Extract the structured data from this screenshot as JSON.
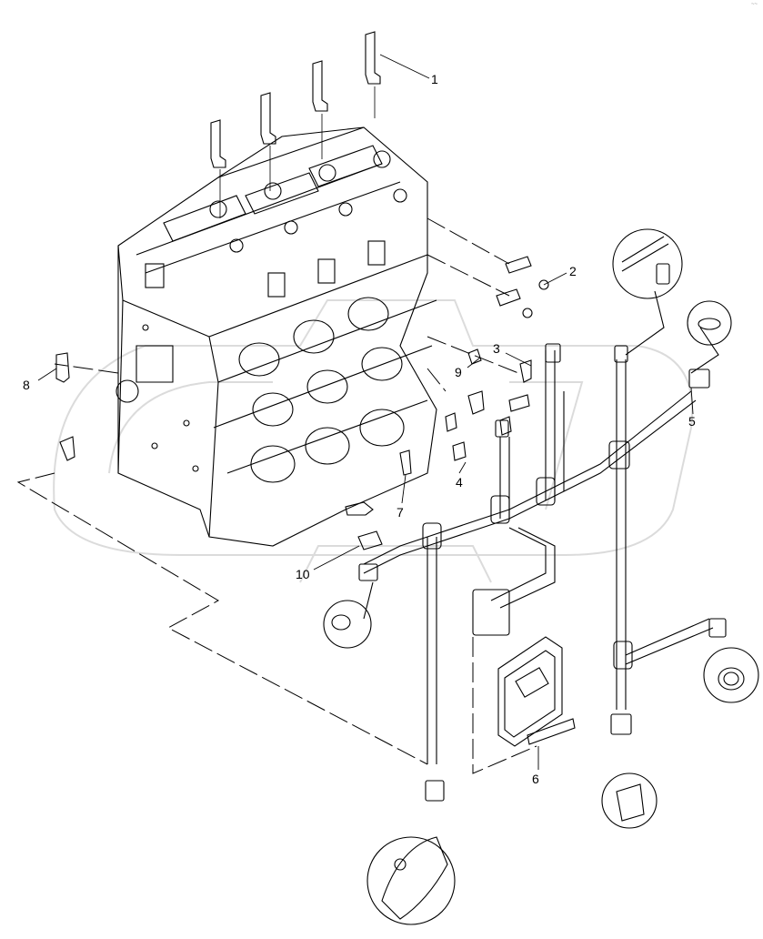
{
  "diagram": {
    "corner_mark": "~~",
    "callouts": [
      "1",
      "2",
      "3",
      "4",
      "5",
      "6",
      "7",
      "8",
      "9",
      "10"
    ]
  }
}
